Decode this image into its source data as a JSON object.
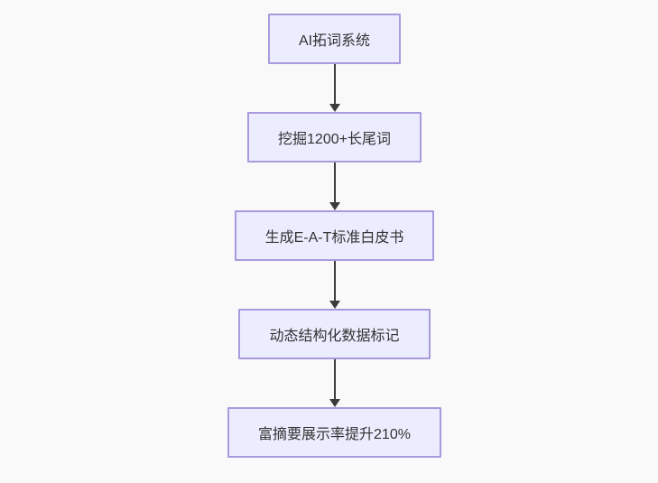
{
  "diagram": {
    "type": "flowchart-top-down",
    "nodes": [
      {
        "id": "step-1",
        "label": "AI拓词系统"
      },
      {
        "id": "step-2",
        "label": "挖掘1200+长尾词"
      },
      {
        "id": "step-3",
        "label": "生成E-A-T标准白皮书"
      },
      {
        "id": "step-4",
        "label": "动态结构化数据标记"
      },
      {
        "id": "step-5",
        "label": "富摘要展示率提升210%"
      }
    ],
    "edges": [
      {
        "from": "step-1",
        "to": "step-2"
      },
      {
        "from": "step-2",
        "to": "step-3"
      },
      {
        "from": "step-3",
        "to": "step-4"
      },
      {
        "from": "step-4",
        "to": "step-5"
      }
    ],
    "colors": {
      "node_fill": "#ECECFF",
      "node_border": "#a89add",
      "arrow": "#3b3b3b",
      "text": "#333333",
      "background": "#f9f9f9"
    }
  }
}
